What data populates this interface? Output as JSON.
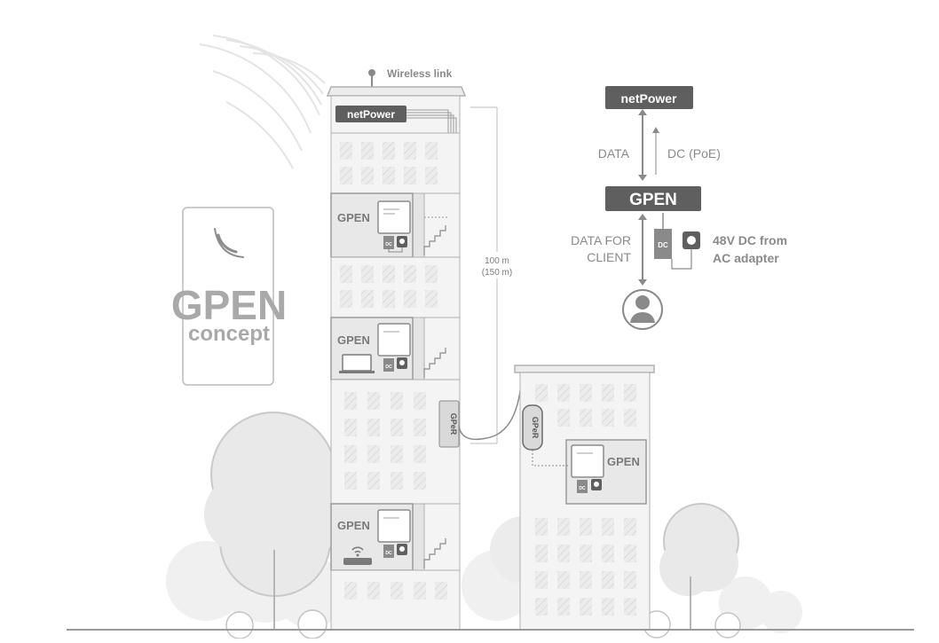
{
  "card": {
    "title": "GPEN",
    "subtitle": "concept"
  },
  "tower": {
    "top_label": "Wireless link",
    "top_device": "netPower",
    "floor_devices": [
      "GPEN",
      "GPEN",
      "GPEN"
    ],
    "repeater": "GPeR",
    "dc_tag": "DC",
    "distance_primary": "100 m",
    "distance_secondary": "(150 m)"
  },
  "annex": {
    "repeater": "GPeR",
    "device": "GPEN",
    "dc_tag": "DC"
  },
  "schema": {
    "top_box": "netPower",
    "data_label": "DATA",
    "dc_label": "DC (PoE)",
    "middle_box": "GPEN",
    "client_label_line1": "DATA FOR",
    "client_label_line2": "CLIENT",
    "dc_tag": "DC",
    "power_line1": "48V DC from",
    "power_line2": "AC adapter"
  },
  "colors": {
    "dark": "#5f5f5f",
    "building": "#f2f2f2",
    "outline": "#9a9a9a",
    "tree": "#ebebeb"
  }
}
